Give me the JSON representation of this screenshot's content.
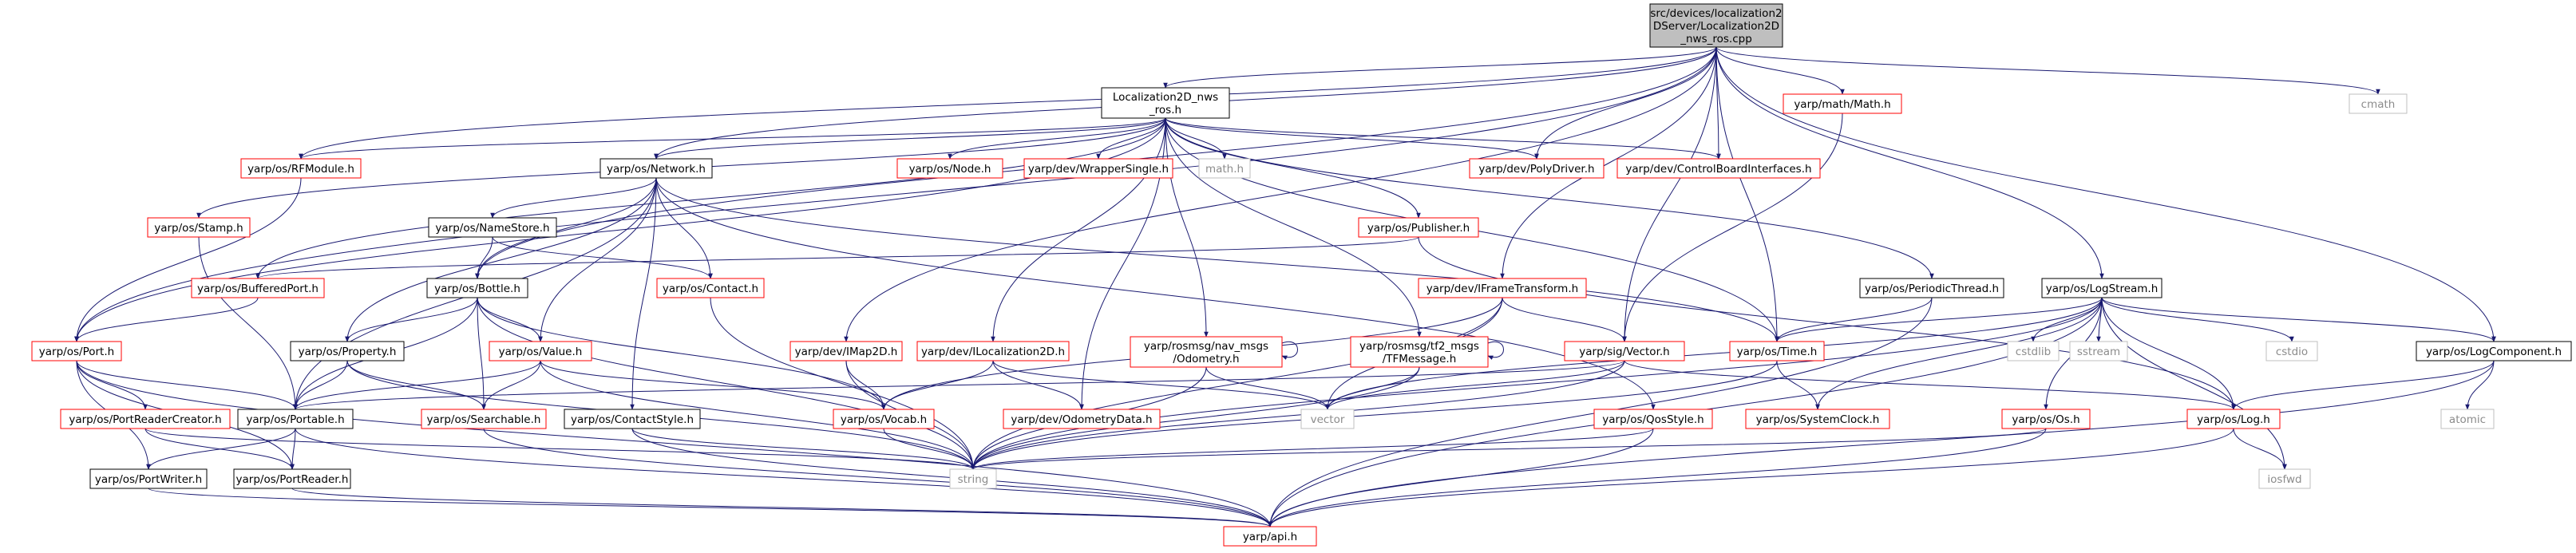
{
  "nodes": {
    "root_a": "src/devices/localization2",
    "root_b": "DServer/Localization2D",
    "root_c": "_nws_ros.cpp",
    "loc_a": "Localization2D_nws",
    "loc_b": "_ros.h",
    "cmath": "cmath",
    "math_h": "math.h",
    "yarp_math": "yarp/math/Math.h",
    "rfmodule": "yarp/os/RFModule.h",
    "network": "yarp/os/Network.h",
    "node": "yarp/os/Node.h",
    "wrapper_single": "yarp/dev/WrapperSingle.h",
    "polydriver": "yarp/dev/PolyDriver.h",
    "cbi": "yarp/dev/ControlBoardInterfaces.h",
    "stamp": "yarp/os/Stamp.h",
    "namestore": "yarp/os/NameStore.h",
    "publisher": "yarp/os/Publisher.h",
    "buffered_port": "yarp/os/BufferedPort.h",
    "bottle": "yarp/os/Bottle.h",
    "contact": "yarp/os/Contact.h",
    "iframe": "yarp/dev/IFrameTransform.h",
    "periodic": "yarp/os/PeriodicThread.h",
    "logstream": "yarp/os/LogStream.h",
    "port": "yarp/os/Port.h",
    "property": "yarp/os/Property.h",
    "value": "yarp/os/Value.h",
    "imap2d": "yarp/dev/IMap2D.h",
    "iloc2d": "yarp/dev/ILocalization2D.h",
    "odom_a": "yarp/rosmsg/nav_msgs",
    "odom_b": "/Odometry.h",
    "tf_a": "yarp/rosmsg/tf2_msgs",
    "tf_b": "/TFMessage.h",
    "sigvector": "yarp/sig/Vector.h",
    "time": "yarp/os/Time.h",
    "cstdlib": "cstdlib",
    "sstream": "sstream",
    "cstdio": "cstdio",
    "logcomponent": "yarp/os/LogComponent.h",
    "port_reader_creator": "yarp/os/PortReaderCreator.h",
    "portable": "yarp/os/Portable.h",
    "searchable": "yarp/os/Searchable.h",
    "contact_style": "yarp/os/ContactStyle.h",
    "vocab": "yarp/os/Vocab.h",
    "odometry_data": "yarp/dev/OdometryData.h",
    "vector": "vector",
    "qos": "yarp/os/QosStyle.h",
    "system_clock": "yarp/os/SystemClock.h",
    "os_h": "yarp/os/Os.h",
    "log_h": "yarp/os/Log.h",
    "atomic": "atomic",
    "port_writer": "yarp/os/PortWriter.h",
    "port_reader": "yarp/os/PortReader.h",
    "string": "string",
    "iosfwd": "iosfwd",
    "api": "yarp/api.h"
  },
  "colors": {
    "root_fill": "#bfbfbf",
    "documented_border": "#000000",
    "undocumented_border": "#ff0000",
    "system_border": "#bfbfbf",
    "edge": "#191970",
    "system_text": "#8c8c8c"
  }
}
